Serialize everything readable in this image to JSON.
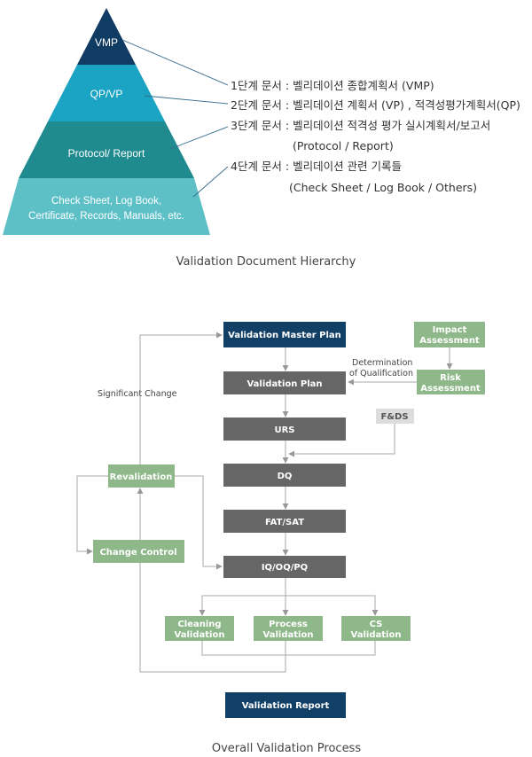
{
  "hierarchy": {
    "tiers": [
      {
        "label": "VMP",
        "color": "#103b63"
      },
      {
        "label": "QP/VP",
        "color": "#1aa3c2"
      },
      {
        "label": "Protocol/ Report",
        "color": "#1f8b8f"
      },
      {
        "label_lines": [
          "Check Sheet, Log Book,",
          "Certificate, Records, Manuals, etc."
        ],
        "color": "#5ec0c7"
      }
    ],
    "docs": [
      {
        "lines": [
          "1단계 문서 : 벨리데이션 종합계획서 (VMP)"
        ]
      },
      {
        "lines": [
          "2단계 문서 : 벨리데이션 계획서 (VP) , 적격성평가계획서(QP)"
        ]
      },
      {
        "lines": [
          "3단계 문서 : 벨리데이션 적격성 평가 실시계획서/보고서",
          "(Protocol / Report)"
        ]
      },
      {
        "lines": [
          "4단계 문서 : 벨리데이션 관련 기록들",
          "(Check Sheet / Log Book / Others)"
        ]
      }
    ],
    "caption": "Validation Document Hierarchy"
  },
  "process": {
    "colors": {
      "navy": "#123f66",
      "gray": "#666666",
      "green": "#8fb88a",
      "light": "#dddddd"
    },
    "boxes": {
      "vmp": {
        "lines": [
          "Validation Master Plan"
        ]
      },
      "vp": {
        "lines": [
          "Validation Plan"
        ]
      },
      "urs": {
        "lines": [
          "URS"
        ]
      },
      "dq": {
        "lines": [
          "DQ"
        ]
      },
      "fat": {
        "lines": [
          "FAT/SAT"
        ]
      },
      "iq": {
        "lines": [
          "IQ/OQ/PQ"
        ]
      },
      "impact": {
        "lines": [
          "Impact",
          "Assessment"
        ]
      },
      "risk": {
        "lines": [
          "Risk",
          "Assessment"
        ]
      },
      "fds": {
        "lines": [
          "F&DS"
        ]
      },
      "reval": {
        "lines": [
          "Revalidation"
        ]
      },
      "change": {
        "lines": [
          "Change Control"
        ]
      },
      "cleaning": {
        "lines": [
          "Cleaning",
          "Validation"
        ]
      },
      "procval": {
        "lines": [
          "Process",
          "Validation"
        ]
      },
      "cs": {
        "lines": [
          "CS",
          "Validation"
        ]
      },
      "report": {
        "lines": [
          "Validation Report"
        ]
      }
    },
    "notes": {
      "significant_change": "Significant Change",
      "determination": [
        "Determination",
        "of Qualification"
      ]
    },
    "caption": "Overall Validation Process"
  }
}
